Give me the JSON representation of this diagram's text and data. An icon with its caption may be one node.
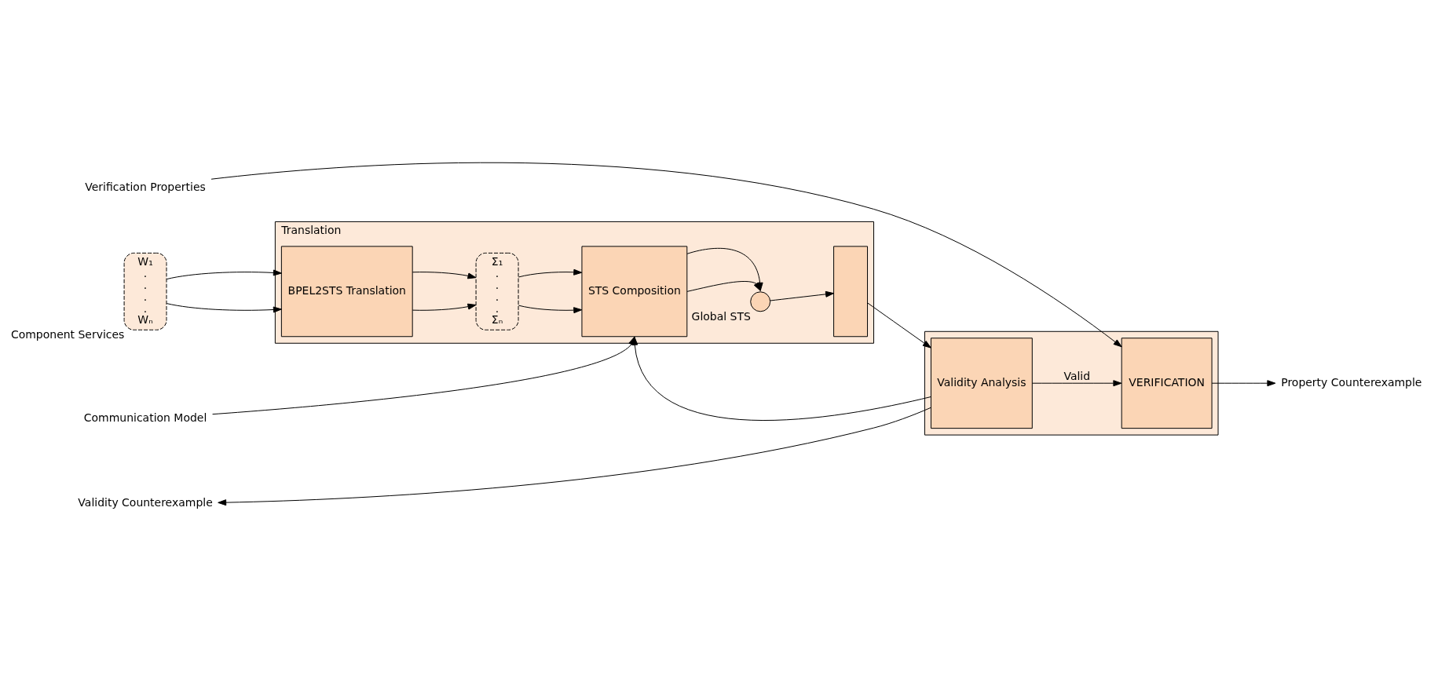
{
  "diagram": {
    "nodes": [
      {
        "text": [
          "Verification Properties"
        ]
      },
      {
        "text": [
          "Translation"
        ]
      },
      {
        "text": [
          "W₁",
          ".",
          ".",
          ".",
          ".",
          "Wₙ"
        ],
        "beside": [
          "Component Services"
        ]
      },
      {
        "text": [
          "BPEL2STS Translation"
        ],
        "in": 1
      },
      {
        "text": [
          "Σ₁",
          ".",
          ".",
          ".",
          ".",
          "Σₙ"
        ],
        "in": 1
      },
      {
        "text": [
          "STS Composition"
        ],
        "in": 1
      },
      {
        "text": [],
        "shape": "circle",
        "in": 1,
        "beside": [
          "Global STS"
        ]
      },
      {
        "text": [],
        "shape": "box",
        "in": 1
      },
      {
        "text": [],
        "shape": "box"
      },
      {
        "text": [
          "Validity Analysis"
        ],
        "in": 8
      },
      {
        "text": [
          "VERIFICATION"
        ],
        "in": 8
      },
      {
        "text": [
          "Communication Model"
        ]
      },
      {
        "text": [
          "Validity Counterexample"
        ]
      },
      {
        "text": [
          "Property Counterexample"
        ]
      }
    ],
    "edges": [
      {
        "from": 0,
        "to": 10,
        "arrow": "to"
      },
      {
        "from": 2,
        "to": 3,
        "arrow": "to"
      },
      {
        "from": 2,
        "to": 3,
        "arrow": "to"
      },
      {
        "from": 3,
        "to": 4,
        "arrow": "to"
      },
      {
        "from": 3,
        "to": 4,
        "arrow": "to"
      },
      {
        "from": 4,
        "to": 5,
        "arrow": "to"
      },
      {
        "from": 4,
        "to": 5,
        "arrow": "to"
      },
      {
        "from": 5,
        "to": 6,
        "arrow": "to"
      },
      {
        "from": 5,
        "to": 6,
        "arrow": "to"
      },
      {
        "from": 6,
        "to": 7,
        "arrow": "to"
      },
      {
        "from": 7,
        "to": 9,
        "arrow": "to"
      },
      {
        "from": 9,
        "to": 10,
        "arrow": "to",
        "label": "Valid"
      },
      {
        "from": 10,
        "to": 13,
        "arrow": "to"
      },
      {
        "from": 11,
        "to": 5,
        "arrow": "to"
      },
      {
        "from": 9,
        "to": 5,
        "arrow": "to"
      },
      {
        "from": 9,
        "to": 12,
        "arrow": "to"
      }
    ]
  }
}
